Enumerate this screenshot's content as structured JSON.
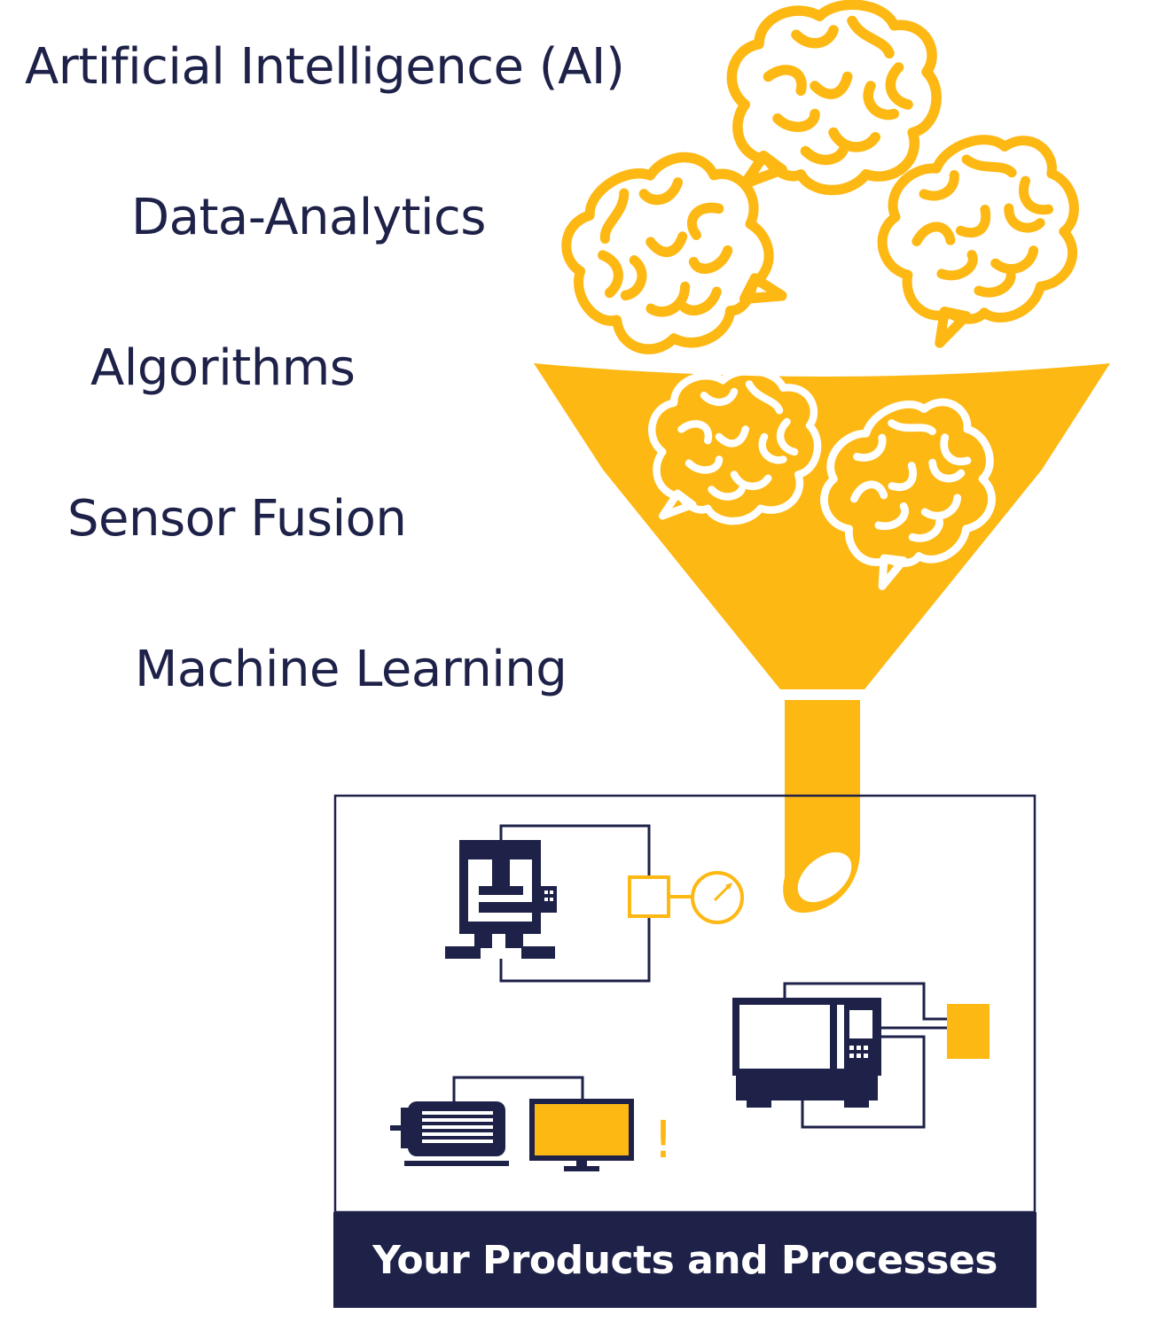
{
  "terms": [
    "Artificial Intelligence (AI)",
    "Data-Analytics",
    "Algorithms",
    "Sensor Fusion",
    "Machine Learning"
  ],
  "box_label": "Your Products and Processes",
  "warning_mark": "!",
  "colors": {
    "accent": "#fdb813",
    "navy": "#1e2148",
    "white": "#ffffff"
  },
  "icons": [
    "brain-icon",
    "funnel-icon",
    "press-machine-icon",
    "sensor-icon",
    "gauge-icon",
    "cnc-machine-icon",
    "motor-icon",
    "monitor-icon",
    "warning-icon"
  ]
}
